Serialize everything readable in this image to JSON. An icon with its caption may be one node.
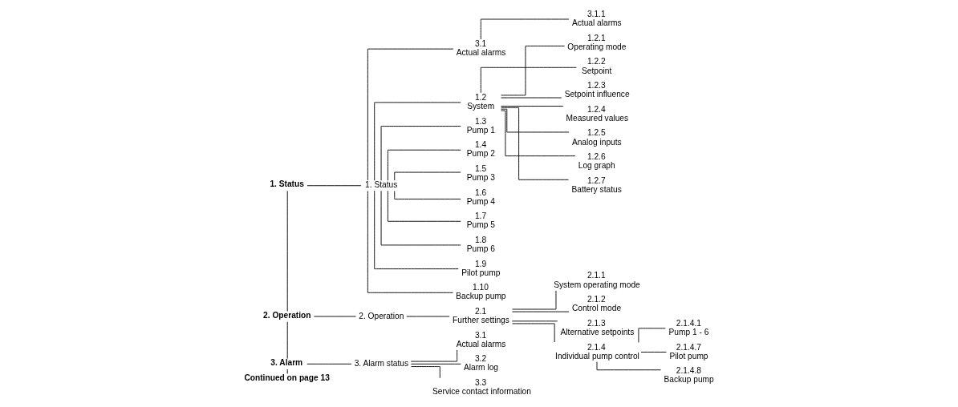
{
  "diagram": {
    "nodes": [
      {
        "text": [
          "1. Status"
        ]
      },
      {
        "text": [
          "2. Operation"
        ]
      },
      {
        "text": [
          "3. Alarm"
        ]
      },
      {
        "text": [
          "Continued on page 13"
        ]
      },
      {
        "text": [
          "1. Status"
        ]
      },
      {
        "text": [
          "3.1",
          "Actual alarms"
        ]
      },
      {
        "text": [
          "3.1.1",
          "Actual alarms"
        ]
      },
      {
        "text": [
          "1.2",
          "System"
        ]
      },
      {
        "text": [
          "1.2.1",
          "Operating mode"
        ]
      },
      {
        "text": [
          "1.2.2",
          "Setpoint"
        ]
      },
      {
        "text": [
          "1.2.3",
          "Setpoint influence"
        ]
      },
      {
        "text": [
          "1.2.4",
          "Measured values"
        ]
      },
      {
        "text": [
          "1.2.5",
          "Analog inputs"
        ]
      },
      {
        "text": [
          "1.2.6",
          "Log graph"
        ]
      },
      {
        "text": [
          "1.2.7",
          "Battery status"
        ]
      },
      {
        "text": [
          "1.3",
          "Pump 1"
        ]
      },
      {
        "text": [
          "1.4",
          "Pump 2"
        ]
      },
      {
        "text": [
          "1.5",
          "Pump 3"
        ]
      },
      {
        "text": [
          "1.6",
          "Pump 4"
        ]
      },
      {
        "text": [
          "1.7",
          "Pump 5"
        ]
      },
      {
        "text": [
          "1.8",
          "Pump 6"
        ]
      },
      {
        "text": [
          "1.9",
          "Pilot pump"
        ]
      },
      {
        "text": [
          "1.10",
          "Backup pump"
        ]
      },
      {
        "text": [
          "2. Operation"
        ]
      },
      {
        "text": [
          "2.1",
          "Further settings"
        ]
      },
      {
        "text": [
          "2.1.1",
          "System operating mode"
        ]
      },
      {
        "text": [
          "2.1.2",
          "Control mode"
        ]
      },
      {
        "text": [
          "2.1.3",
          "Alternative setpoints"
        ]
      },
      {
        "text": [
          "2.1.4",
          "Individual pump control"
        ]
      },
      {
        "text": [
          "2.1.4.1",
          "Pump 1 - 6"
        ]
      },
      {
        "text": [
          "2.1.4.7",
          "Pilot pump"
        ]
      },
      {
        "text": [
          "2.1.4.8",
          "Backup pump"
        ]
      },
      {
        "text": [
          "3. Alarm status"
        ]
      },
      {
        "text": [
          "3.1",
          "Actual alarms"
        ]
      },
      {
        "text": [
          "3.2",
          "Alarm log"
        ]
      },
      {
        "text": [
          "3.3",
          "Service contact information"
        ]
      }
    ],
    "edges": [
      {
        "from": 0,
        "to": 1,
        "arrow": "none"
      },
      {
        "from": 1,
        "to": 2,
        "arrow": "none"
      },
      {
        "from": 2,
        "to": 3,
        "arrow": "none"
      },
      {
        "from": 0,
        "to": 4,
        "arrow": "none"
      },
      {
        "from": 4,
        "to": 5,
        "arrow": "none"
      },
      {
        "from": 5,
        "to": 6,
        "arrow": "none"
      },
      {
        "from": 4,
        "to": 7,
        "arrow": "none"
      },
      {
        "from": 7,
        "to": 8,
        "arrow": "none"
      },
      {
        "from": 7,
        "to": 9,
        "arrow": "none"
      },
      {
        "from": 7,
        "to": 10,
        "arrow": "none"
      },
      {
        "from": 7,
        "to": 11,
        "arrow": "none"
      },
      {
        "from": 7,
        "to": 12,
        "arrow": "none"
      },
      {
        "from": 7,
        "to": 13,
        "arrow": "none"
      },
      {
        "from": 7,
        "to": 14,
        "arrow": "none"
      },
      {
        "from": 4,
        "to": 15,
        "arrow": "none"
      },
      {
        "from": 4,
        "to": 16,
        "arrow": "none"
      },
      {
        "from": 4,
        "to": 17,
        "arrow": "none"
      },
      {
        "from": 4,
        "to": 18,
        "arrow": "none"
      },
      {
        "from": 4,
        "to": 19,
        "arrow": "none"
      },
      {
        "from": 4,
        "to": 20,
        "arrow": "none"
      },
      {
        "from": 4,
        "to": 21,
        "arrow": "none"
      },
      {
        "from": 4,
        "to": 22,
        "arrow": "none"
      },
      {
        "from": 1,
        "to": 23,
        "arrow": "none"
      },
      {
        "from": 23,
        "to": 24,
        "arrow": "none"
      },
      {
        "from": 24,
        "to": 25,
        "arrow": "none"
      },
      {
        "from": 24,
        "to": 26,
        "arrow": "none"
      },
      {
        "from": 24,
        "to": 27,
        "arrow": "none"
      },
      {
        "from": 24,
        "to": 28,
        "arrow": "none"
      },
      {
        "from": 28,
        "to": 29,
        "arrow": "none"
      },
      {
        "from": 28,
        "to": 30,
        "arrow": "none"
      },
      {
        "from": 28,
        "to": 31,
        "arrow": "none"
      },
      {
        "from": 2,
        "to": 32,
        "arrow": "none"
      },
      {
        "from": 32,
        "to": 33,
        "arrow": "none"
      },
      {
        "from": 32,
        "to": 34,
        "arrow": "none"
      },
      {
        "from": 32,
        "to": 35,
        "arrow": "none"
      }
    ]
  }
}
